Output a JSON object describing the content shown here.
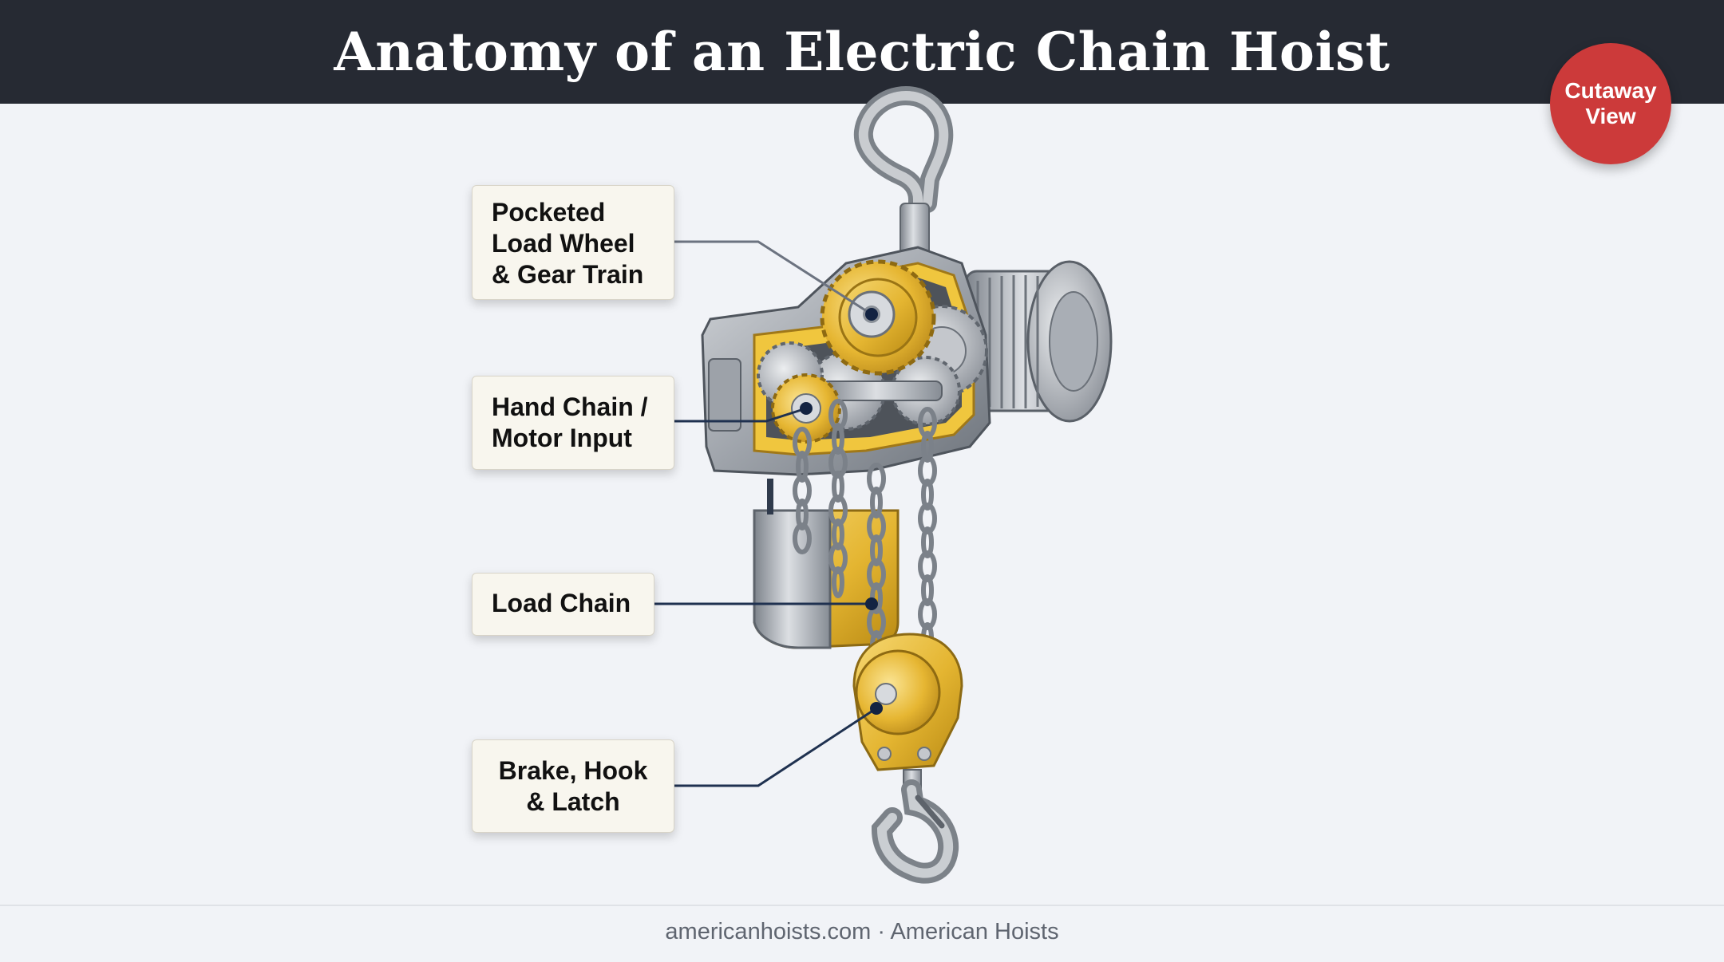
{
  "header": {
    "title": "Anatomy of an Electric Chain Hoist"
  },
  "badge": {
    "text": "Cutaway\nView"
  },
  "callouts": [
    {
      "text": "Pocketed\nLoad Wheel\n& Gear Train"
    },
    {
      "text": "Hand Chain /\nMotor Input"
    },
    {
      "text": "Load Chain"
    },
    {
      "text": "Brake, Hook\n& Latch"
    }
  ],
  "footer": {
    "text": "americanhoists.com · American Hoists"
  },
  "colors": {
    "header_bg": "#262a33",
    "badge": "#cc3a3a",
    "brass": "#e8b830",
    "steel": "#9ea3aa",
    "leader_line": "#1f3150"
  }
}
